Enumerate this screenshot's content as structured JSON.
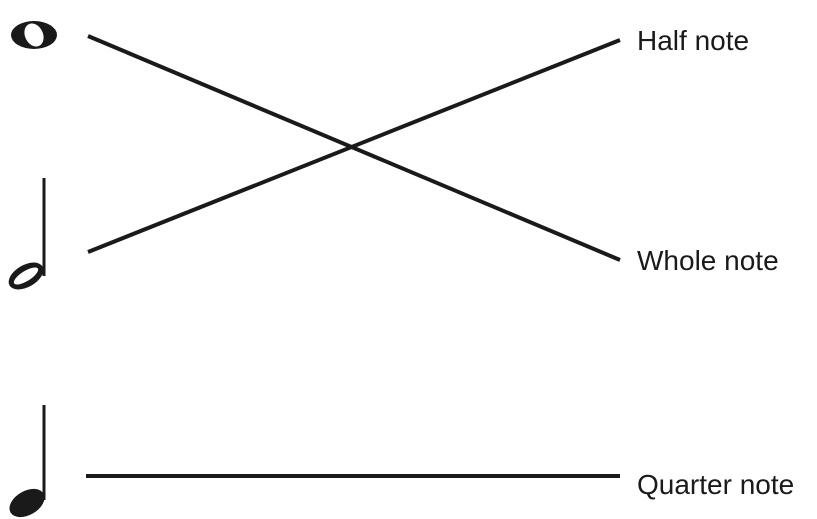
{
  "labels": {
    "half": "Half note",
    "whole": "Whole note",
    "quarter": "Quarter note"
  },
  "notes": [
    {
      "icon": "whole-note-icon",
      "matches": "Whole note"
    },
    {
      "icon": "half-note-icon",
      "matches": "Half note"
    },
    {
      "icon": "quarter-note-icon",
      "matches": "Quarter note"
    }
  ],
  "colors": {
    "ink": "#1a1a1a",
    "background": "#ffffff"
  }
}
